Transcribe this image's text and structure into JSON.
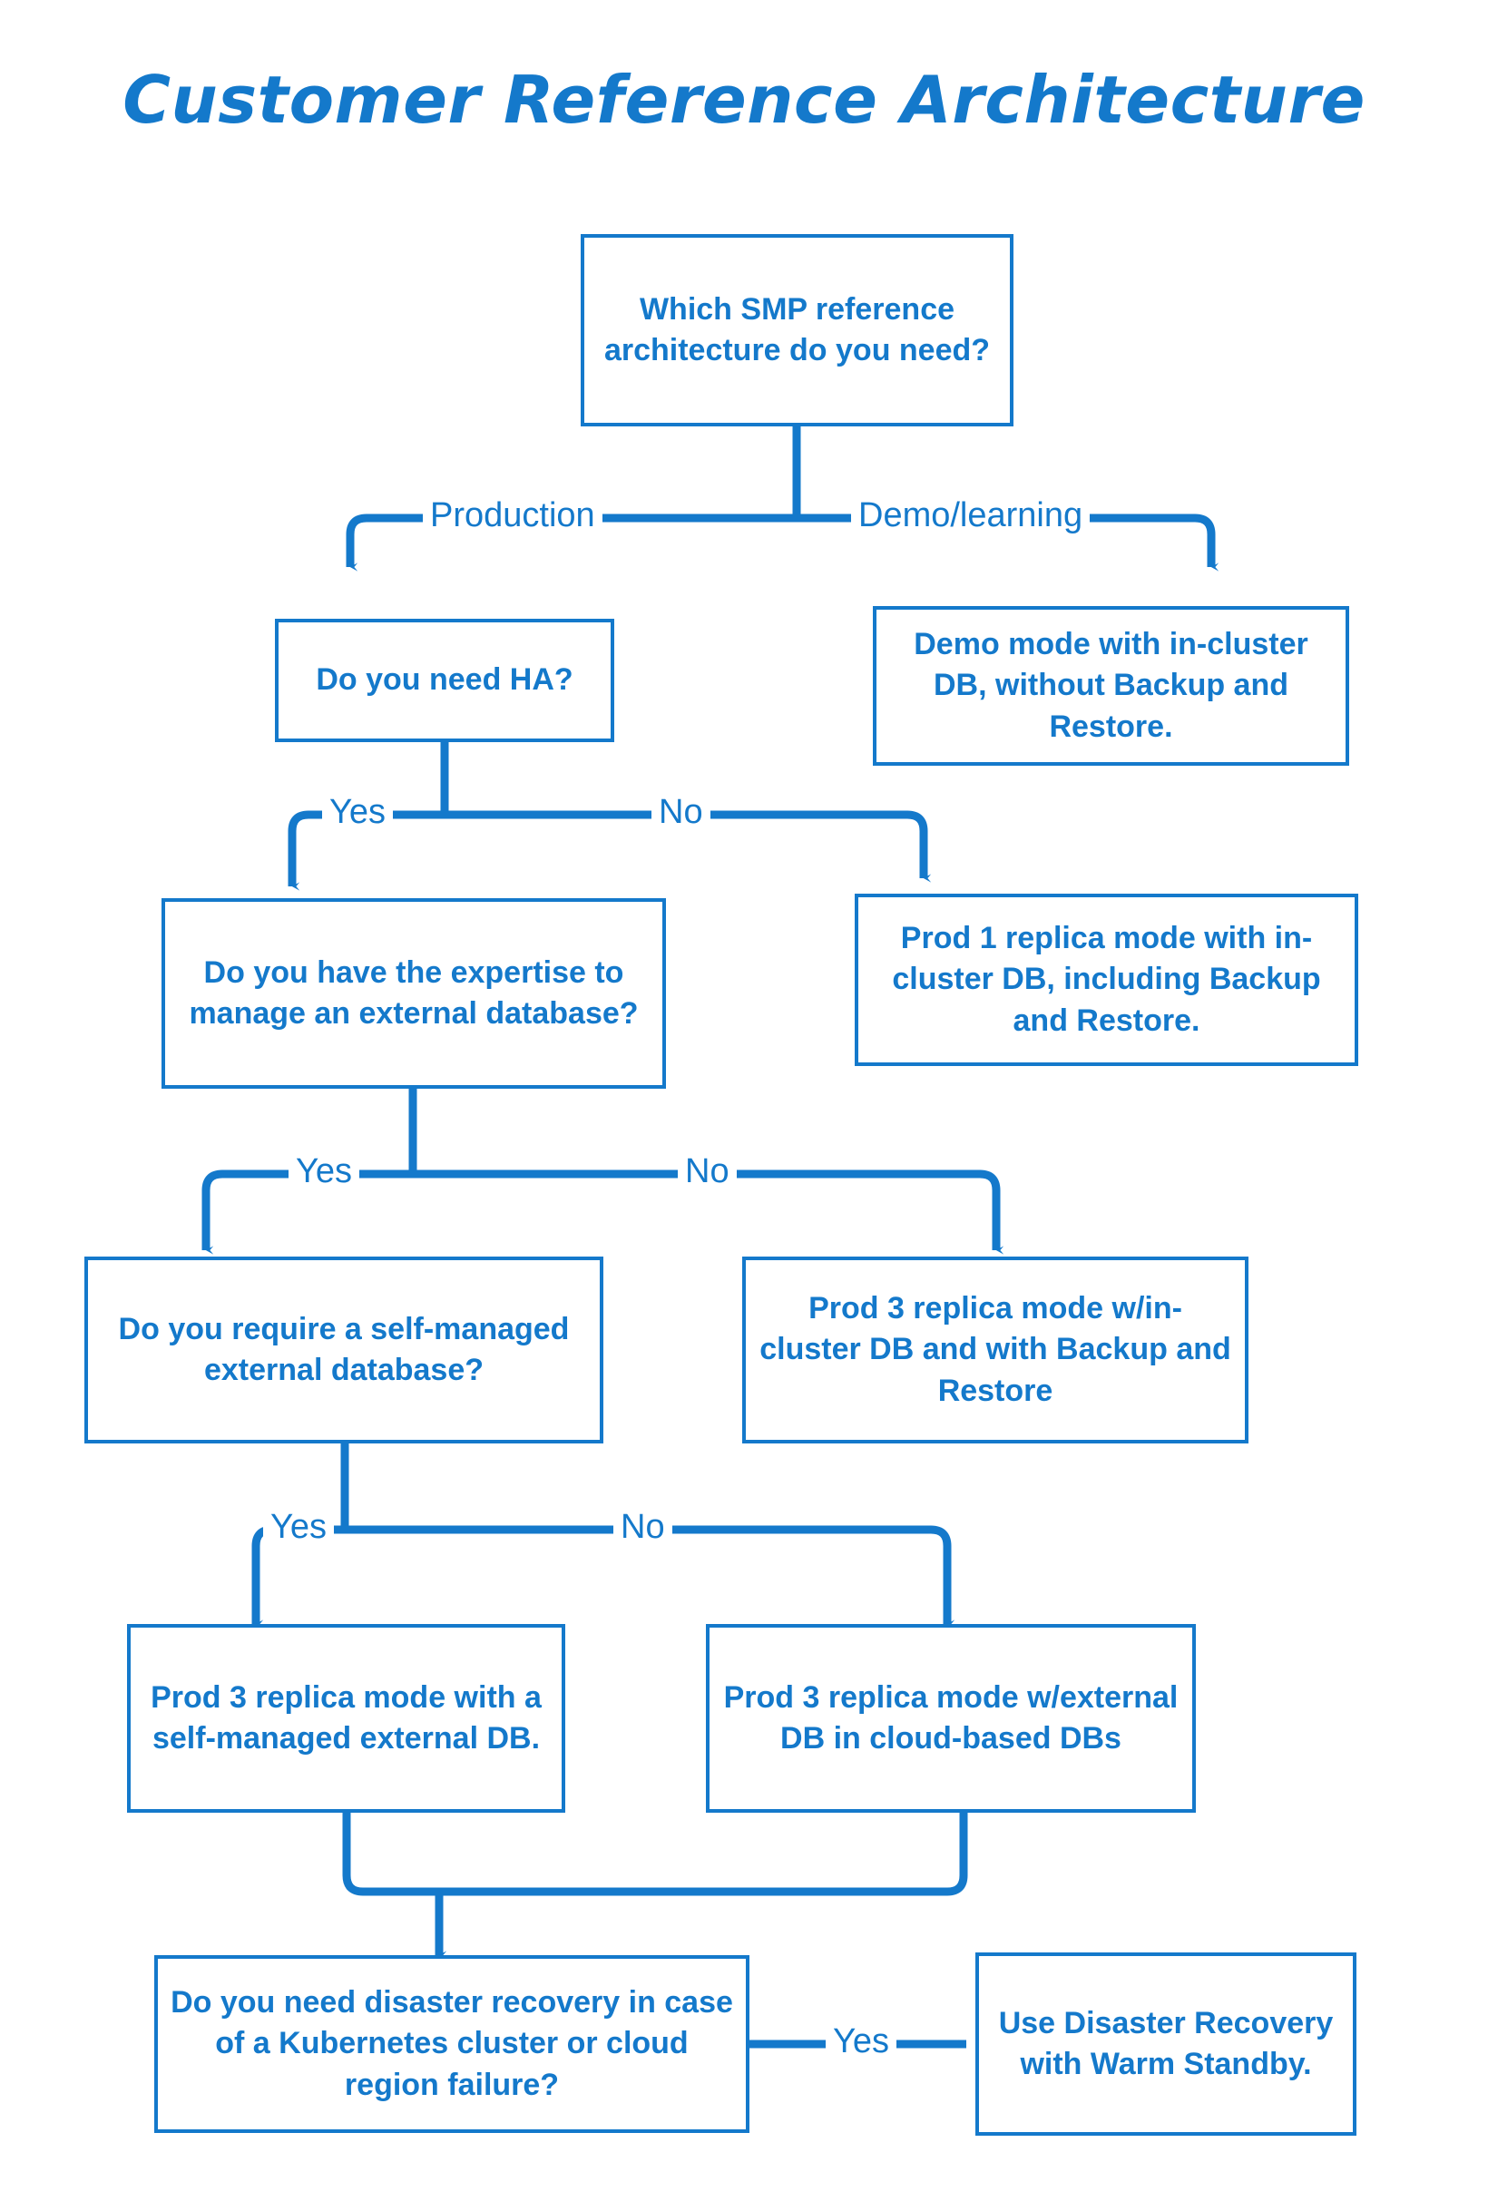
{
  "page": {
    "title": "Customer Reference Architecture",
    "accent_color": "#1479CB",
    "background_color": "#FFFFFF"
  },
  "nodes": {
    "root_question": "Which SMP reference architecture do you need?",
    "demo_result": "Demo mode with in-cluster DB, without Backup and Restore.",
    "ha_question": "Do you need HA?",
    "prod1_result": "Prod 1 replica mode with in-cluster DB, including Backup and Restore.",
    "expertise_question": "Do you have the expertise to manage an external database?",
    "prod3_incluster_result": "Prod 3 replica mode w/in-cluster DB and with Backup and Restore",
    "selfmanaged_question": "Do you require a self-managed external database?",
    "prod3_selfmanaged_result": "Prod 3 replica mode with a self-managed external DB.",
    "prod3_cloud_result": "Prod 3 replica mode w/external DB in cloud-based DBs",
    "dr_question": "Do you need disaster recovery in case of a Kubernetes cluster or cloud region failure?",
    "dr_result": "Use Disaster Recovery with Warm Standby."
  },
  "edge_labels": {
    "production": "Production",
    "demo_learning": "Demo/learning",
    "ha_yes": "Yes",
    "ha_no": "No",
    "expertise_yes": "Yes",
    "expertise_no": "No",
    "selfmanaged_yes": "Yes",
    "selfmanaged_no": "No",
    "dr_yes": "Yes"
  }
}
